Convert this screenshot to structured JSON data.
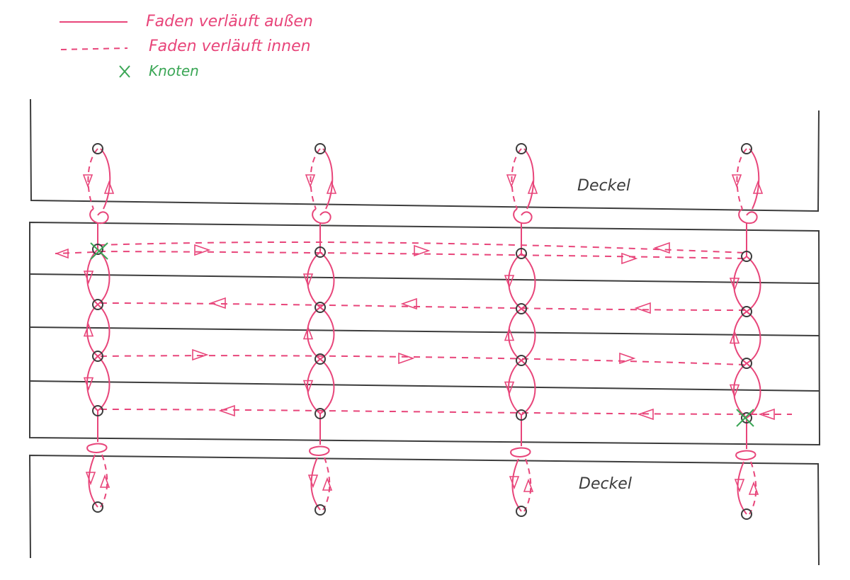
{
  "legend": {
    "items": [
      {
        "symbol": "solid-line",
        "label": "Faden verläuft außen",
        "color": "#e8457a"
      },
      {
        "symbol": "dashed-line",
        "label": "Faden verläuft innen",
        "color": "#e8457a"
      },
      {
        "symbol": "x-mark",
        "label": "Knoten",
        "color": "#3aa655"
      }
    ]
  },
  "covers": {
    "top_label": "Deckel",
    "bottom_label": "Deckel"
  },
  "colors": {
    "thread": "#e8457a",
    "knot": "#3aa655",
    "pencil": "#3c3c3c"
  },
  "stations": 4,
  "signatures": 4
}
